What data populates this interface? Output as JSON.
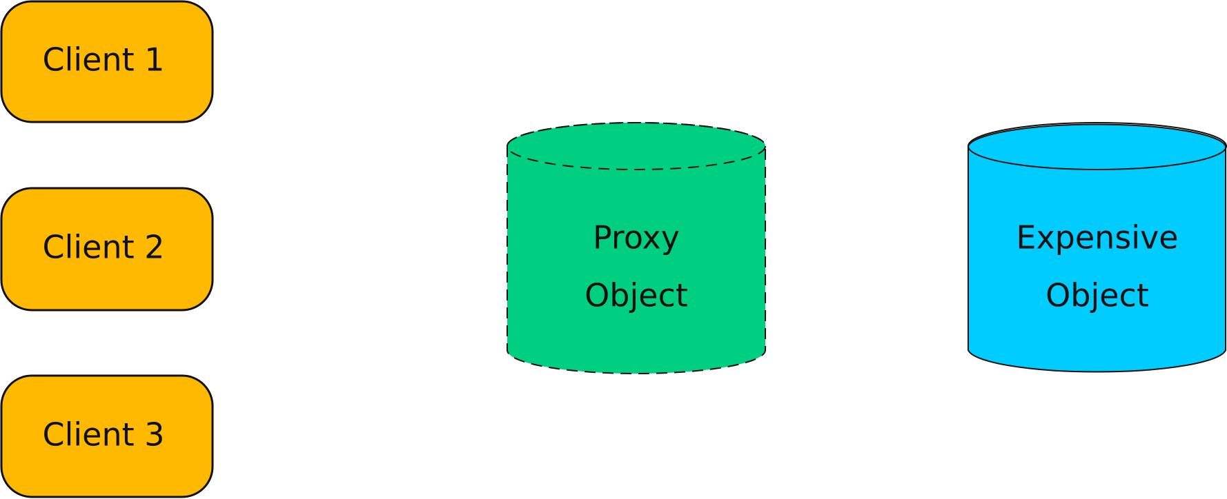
{
  "clients": [
    {
      "label": "Client 1"
    },
    {
      "label": "Client 2"
    },
    {
      "label": "Client 3"
    }
  ],
  "proxy": {
    "line1": "Proxy",
    "line2": "Object"
  },
  "expensive": {
    "line1": "Expensive",
    "line2": "Object"
  },
  "colors": {
    "client": "#FFB900",
    "proxy": "#00CF82",
    "expensive": "#00CCFF",
    "stroke": "#111111"
  }
}
